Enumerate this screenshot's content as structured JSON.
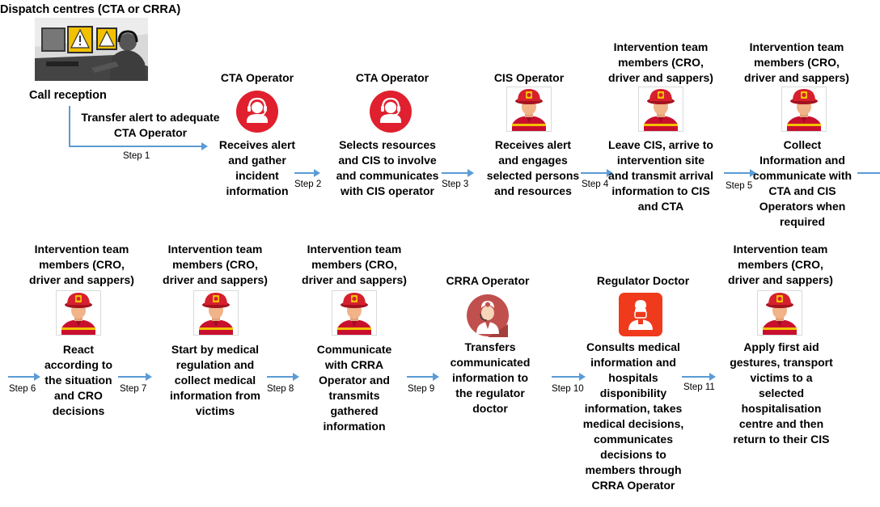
{
  "dispatch": {
    "header": "Dispatch centres (CTA or CRRA)",
    "call_reception": "Call reception",
    "transfer_text": "Transfer alert to adequate CTA Operator",
    "step": "Step 1"
  },
  "row1": [
    {
      "title": "CTA Operator",
      "icon": "headset-operator-icon",
      "desc": "Receives alert and gather incident information",
      "step": "Step 2"
    },
    {
      "title": "CTA Operator",
      "icon": "headset-operator-icon",
      "desc": "Selects resources and CIS to involve and communicates with CIS operator",
      "step": "Step 3"
    },
    {
      "title": "CIS Operator",
      "icon": "firefighter-icon",
      "desc": "Receives alert and engages selected persons and resources",
      "step": "Step 4"
    },
    {
      "title": "Intervention team members (CRO, driver and sappers)",
      "icon": "firefighter-icon",
      "desc": "Leave CIS, arrive to intervention site and transmit arrival information to CIS and CTA",
      "step": "Step 5"
    },
    {
      "title": "Intervention team members (CRO, driver and sappers)",
      "icon": "firefighter-icon",
      "desc": "Collect Information and communicate with CTA and CIS Operators when required",
      "step": ""
    }
  ],
  "row2": [
    {
      "step": "Step 6",
      "title": "Intervention team members (CRO, driver and sappers)",
      "icon": "firefighter-icon",
      "desc": "React according to the situation and CRO decisions"
    },
    {
      "step": "Step 7",
      "title": "Intervention team members (CRO, driver and sappers)",
      "icon": "firefighter-icon",
      "desc": "Start by medical regulation and collect medical information from victims"
    },
    {
      "step": "Step 8",
      "title": "Intervention team members (CRO, driver and sappers)",
      "icon": "firefighter-icon",
      "desc": "Communicate with CRRA Operator and transmits gathered information"
    },
    {
      "step": "Step 9",
      "title": "CRRA Operator",
      "icon": "nurse-operator-icon",
      "desc": "Transfers communicated information to the regulator doctor"
    },
    {
      "step": "Step 10",
      "title": "Regulator Doctor",
      "icon": "doctor-icon",
      "desc": "Consults medical information and hospitals disponibility information, takes medical decisions, communicates decisions to members through CRRA Operator"
    },
    {
      "step": "Step 11",
      "title": "Intervention team members (CRO, driver and sappers)",
      "icon": "firefighter-icon",
      "desc": "Apply first aid gestures, transport victims to a selected hospitalisation centre and then return to their CIS"
    }
  ],
  "colors": {
    "arrow": "#5b9bd5",
    "operator_red": "#e0202e",
    "doctor_red": "#f03a1c",
    "nurse_red": "#c0504d"
  }
}
